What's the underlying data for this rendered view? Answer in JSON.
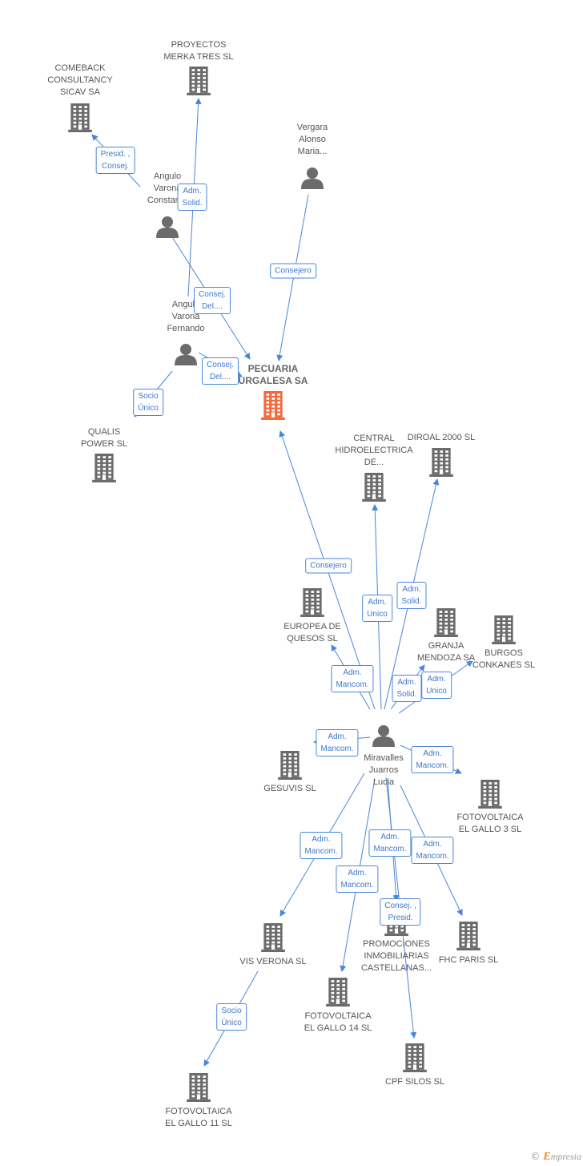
{
  "colors": {
    "edge": "#4a86d8",
    "icon": "#6b6b6b",
    "main_icon": "#f26a3c"
  },
  "nodes": [
    {
      "id": "pecuaria",
      "type": "company",
      "main": true,
      "label": "PECUARIA\nURGALESA SA"
    },
    {
      "id": "proyectos",
      "type": "company",
      "label": "PROYECTOS\nMERKA TRES SL"
    },
    {
      "id": "comeback",
      "type": "company",
      "label": "COMEBACK\nCONSULTANCY\nSICAV SA"
    },
    {
      "id": "vergara",
      "type": "person",
      "label": "Vergara\nAlonso\nMaria..."
    },
    {
      "id": "angulo_c",
      "type": "person",
      "label": "Angulo\nVarona\nConstan..."
    },
    {
      "id": "angulo_f",
      "type": "person",
      "label": "Angulo\nVarona\nFernando"
    },
    {
      "id": "qualis",
      "type": "company",
      "label": "QUALIS\nPOWER SL"
    },
    {
      "id": "central",
      "type": "company",
      "label": "CENTRAL\nHIDROELECTRICA\nDE..."
    },
    {
      "id": "diroal",
      "type": "company",
      "label": "DIROAL 2000 SL"
    },
    {
      "id": "europea",
      "type": "company",
      "label": "EUROPEA DE\nQUESOS SL"
    },
    {
      "id": "granja",
      "type": "company",
      "label": "GRANJA\nMENDOZA SA"
    },
    {
      "id": "burgos",
      "type": "company",
      "label": "BURGOS\nCONKANES SL"
    },
    {
      "id": "miravalles",
      "type": "person",
      "label": "Miravalles\nJuarros\nLucia"
    },
    {
      "id": "gesuvis",
      "type": "company",
      "label": "GESUVIS SL"
    },
    {
      "id": "foto3",
      "type": "company",
      "label": "FOTOVOLTAICA\nEL GALLO 3 SL"
    },
    {
      "id": "visverona",
      "type": "company",
      "label": "VIS VERONA SL"
    },
    {
      "id": "promociones",
      "type": "company",
      "label": "PROMOCIONES\nINMOBILIARIAS\nCASTELLANAS..."
    },
    {
      "id": "fhc",
      "type": "company",
      "label": "FHC PARIS SL"
    },
    {
      "id": "foto14",
      "type": "company",
      "label": "FOTOVOLTAICA\nEL GALLO 14 SL"
    },
    {
      "id": "cpf",
      "type": "company",
      "label": "CPF SILOS SL"
    },
    {
      "id": "foto11",
      "type": "company",
      "label": "FOTOVOLTAICA\nEL GALLO 11 SL"
    }
  ],
  "edges": [
    {
      "from": "angulo_c",
      "to": "comeback",
      "label": "Presid. ,\nConsej."
    },
    {
      "from": "angulo_f",
      "to": "proyectos",
      "label": "Adm.\nSolid."
    },
    {
      "from": "angulo_c",
      "to": "pecuaria",
      "label": "Consej.\nDel...."
    },
    {
      "from": "angulo_f",
      "to": "pecuaria",
      "label": "Consej.\nDel...."
    },
    {
      "from": "vergara",
      "to": "pecuaria",
      "label": "Consejero"
    },
    {
      "from": "angulo_f",
      "to": "qualis",
      "label": "Socio\nÚnico"
    },
    {
      "from": "miravalles",
      "to": "pecuaria",
      "label": "Consejero"
    },
    {
      "from": "miravalles",
      "to": "central",
      "label": "Adm.\nUnico"
    },
    {
      "from": "miravalles",
      "to": "diroal",
      "label": "Adm.\nSolid."
    },
    {
      "from": "miravalles",
      "to": "europea",
      "label": "Adm.\nMancom."
    },
    {
      "from": "miravalles",
      "to": "granja",
      "label": "Adm.\nSolid."
    },
    {
      "from": "miravalles",
      "to": "burgos",
      "label": "Adm.\nUnico"
    },
    {
      "from": "miravalles",
      "to": "gesuvis",
      "label": "Adm.\nMancom."
    },
    {
      "from": "miravalles",
      "to": "foto3",
      "label": "Adm.\nMancom."
    },
    {
      "from": "miravalles",
      "to": "visverona",
      "label": "Adm.\nMancom."
    },
    {
      "from": "miravalles",
      "to": "promociones",
      "label": "Adm.\nMancom."
    },
    {
      "from": "miravalles",
      "to": "fhc",
      "label": "Adm.\nMancom."
    },
    {
      "from": "miravalles",
      "to": "foto14",
      "label": "Adm.\nMancom."
    },
    {
      "from": "miravalles",
      "to": "cpf",
      "label": "Consej. ,\nPresid."
    },
    {
      "from": "visverona",
      "to": "foto11",
      "label": "Socio\nÚnico"
    }
  ],
  "footer": {
    "copyright": "©",
    "brand_initial": "E",
    "brand_rest": "mpresia"
  }
}
